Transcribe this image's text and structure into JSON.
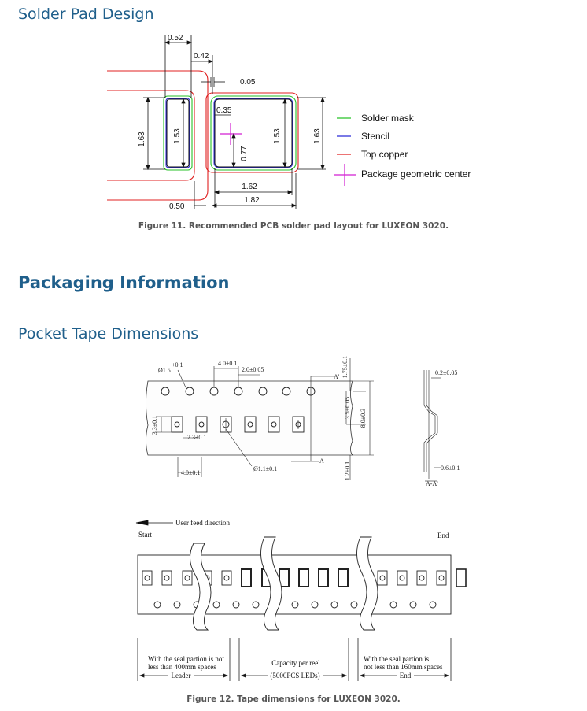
{
  "section_solder": {
    "title": "Solder Pad Design"
  },
  "figure11": {
    "dimensions": {
      "d052": "0.52",
      "d042": "0.42",
      "d005": "0.05",
      "d035": "0.35",
      "d163_left": "1.63",
      "d153_left": "1.53",
      "d077": "0.77",
      "d153_right": "1.53",
      "d163_right": "1.63",
      "d162": "1.62",
      "d182": "1.82",
      "d050": "0.50"
    },
    "legend": [
      {
        "label": "Solder mask",
        "color": "#27c227"
      },
      {
        "label": "Stencil",
        "color": "#2b2bd6"
      },
      {
        "label": "Top copper",
        "color": "#e02020"
      },
      {
        "label": "Package geometric center",
        "color": "#d21fd2"
      }
    ],
    "caption": "Figure 11. Recommended PCB solder pad layout for LUXEON 3020."
  },
  "section_packaging": {
    "title": "Packaging Information"
  },
  "section_tape": {
    "title": "Pocket Tape Dimensions"
  },
  "figure12": {
    "labels": {
      "hole_dia": "Ø1.5",
      "hole_dia_tol": "+0.1",
      "pitch4_top": "4.0±0.1",
      "pitch2": "2.0±0.05",
      "pocket_w": "3.3±0.1",
      "pocket_l": "2.3±0.1",
      "pitch4_bottom": "4.0±0.1",
      "center_hole": "Ø1.1±0.1",
      "edge1": "1.75±0.1",
      "mid": "3.5±0.05",
      "width8": "8.0±0.3",
      "depth": "1.2±0.1",
      "section_a": "A",
      "section_a_prime": "A'",
      "thick": "0.2±0.05",
      "depth2": "0.6±0.1",
      "section_label": "A-A'"
    },
    "feed": {
      "direction": "User feed direction",
      "start": "Start",
      "end": "End",
      "leader_text": "With the seal partion is not less than 400mm spaces",
      "leader": "Leader",
      "capacity_text": "Capacity per reel",
      "capacity": "(5000PCS LEDs)",
      "trailer_text": "With the seal partion is not less than 160mm spaces",
      "trailer": "End"
    },
    "caption": "Figure 12. Tape dimensions for LUXEON 3020."
  }
}
